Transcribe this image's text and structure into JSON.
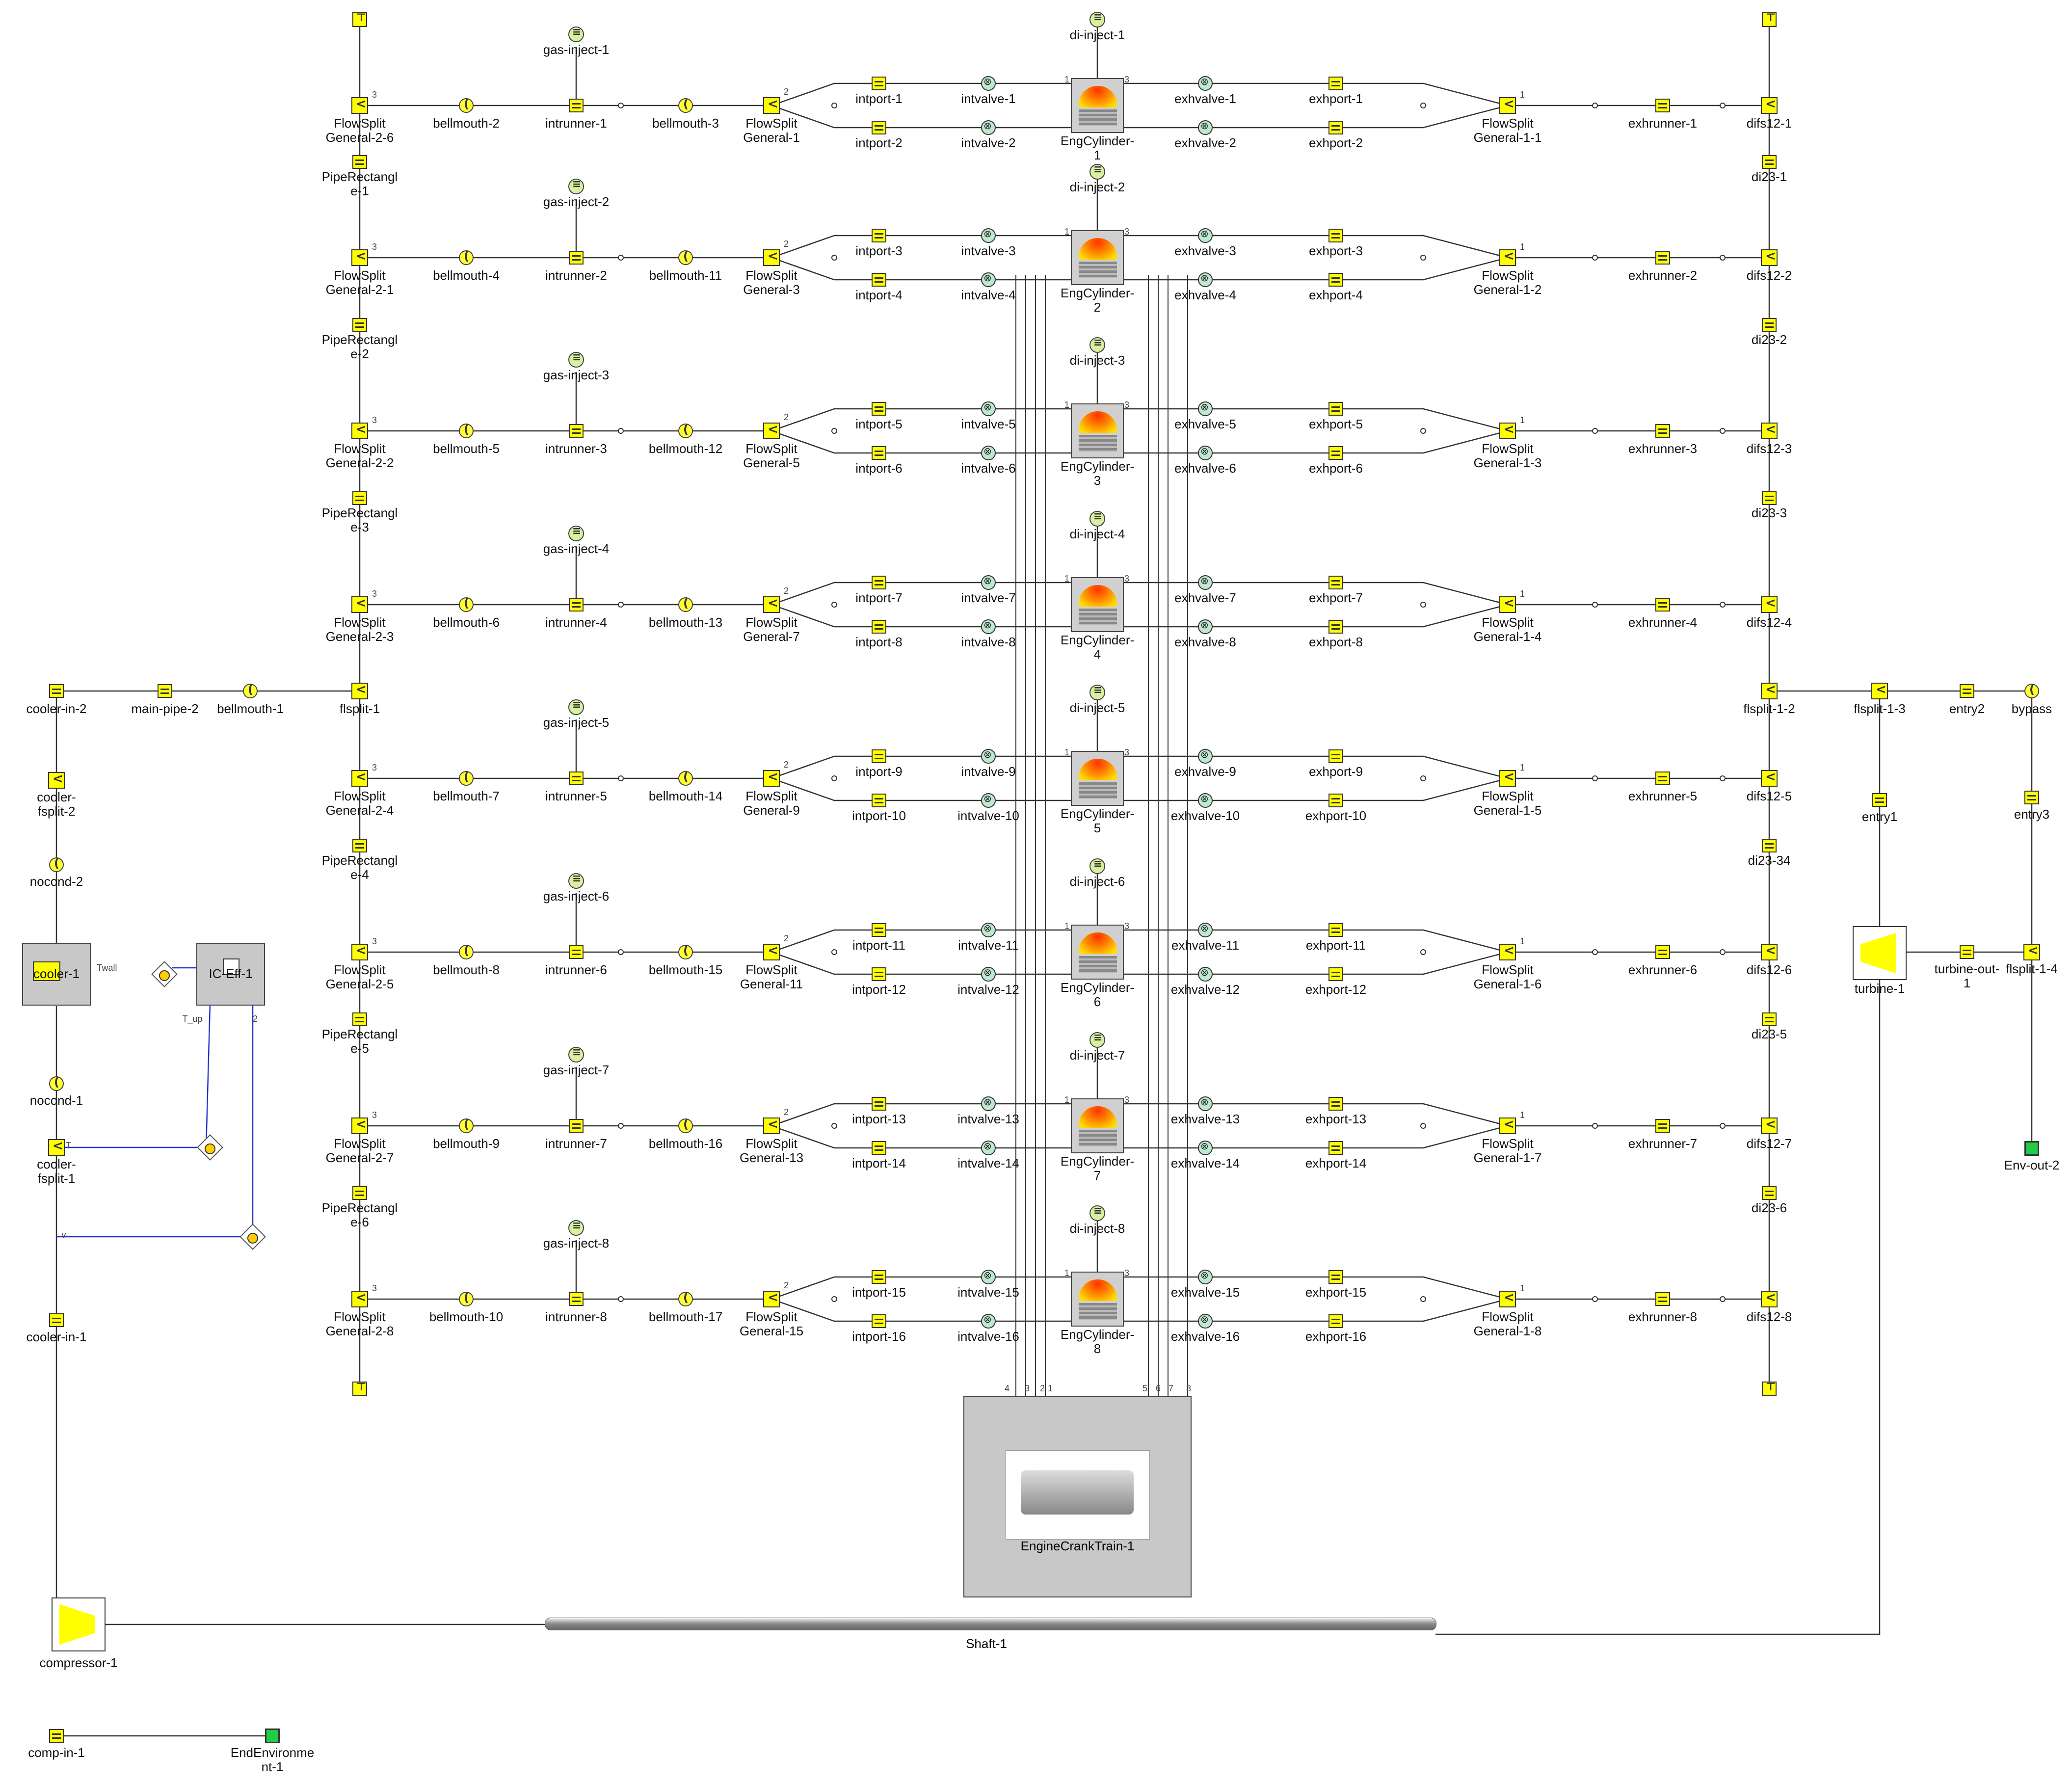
{
  "row_pairs": [
    [
      "1",
      "2"
    ],
    [
      "3",
      "4"
    ],
    [
      "5",
      "6"
    ],
    [
      "7",
      "8"
    ],
    [
      "9",
      "10"
    ],
    [
      "11",
      "12"
    ],
    [
      "13",
      "14"
    ],
    [
      "15",
      "16"
    ]
  ],
  "rows": [
    {
      "flowsplit_left": "FlowSplit\nGeneral-2-6",
      "bellmouth_a": "bellmouth-2",
      "intrunner": "intrunner-1",
      "gas_inject": "gas-inject-1",
      "bellmouth_b": "bellmouth-3",
      "flowsplit_int": "FlowSplit\nGeneral-1",
      "intport_a": "intport-1",
      "intport_b": "intport-2",
      "intvalve_a": "intvalve-1",
      "intvalve_b": "intvalve-2",
      "di_inject": "di-inject-1",
      "cylinder": "EngCylinder-\n1",
      "exhvalve_a": "exhvalve-1",
      "exhvalve_b": "exhvalve-2",
      "exhport_a": "exhport-1",
      "exhport_b": "exhport-2",
      "flowsplit_exh": "FlowSplit\nGeneral-1-1",
      "exhrunner": "exhrunner-1",
      "difs": "difs12-1",
      "di23": "di23-1",
      "pipe_rect": "PipeRectangl\ne-1"
    },
    {
      "flowsplit_left": "FlowSplit\nGeneral-2-1",
      "bellmouth_a": "bellmouth-4",
      "intrunner": "intrunner-2",
      "gas_inject": "gas-inject-2",
      "bellmouth_b": "bellmouth-11",
      "flowsplit_int": "FlowSplit\nGeneral-3",
      "intport_a": "intport-3",
      "intport_b": "intport-4",
      "intvalve_a": "intvalve-3",
      "intvalve_b": "intvalve-4",
      "di_inject": "di-inject-2",
      "cylinder": "EngCylinder-\n2",
      "exhvalve_a": "exhvalve-3",
      "exhvalve_b": "exhvalve-4",
      "exhport_a": "exhport-3",
      "exhport_b": "exhport-4",
      "flowsplit_exh": "FlowSplit\nGeneral-1-2",
      "exhrunner": "exhrunner-2",
      "difs": "difs12-2",
      "di23": "di23-2",
      "pipe_rect": "PipeRectangl\ne-2"
    },
    {
      "flowsplit_left": "FlowSplit\nGeneral-2-2",
      "bellmouth_a": "bellmouth-5",
      "intrunner": "intrunner-3",
      "gas_inject": "gas-inject-3",
      "bellmouth_b": "bellmouth-12",
      "flowsplit_int": "FlowSplit\nGeneral-5",
      "intport_a": "intport-5",
      "intport_b": "intport-6",
      "intvalve_a": "intvalve-5",
      "intvalve_b": "intvalve-6",
      "di_inject": "di-inject-3",
      "cylinder": "EngCylinder-\n3",
      "exhvalve_a": "exhvalve-5",
      "exhvalve_b": "exhvalve-6",
      "exhport_a": "exhport-5",
      "exhport_b": "exhport-6",
      "flowsplit_exh": "FlowSplit\nGeneral-1-3",
      "exhrunner": "exhrunner-3",
      "difs": "difs12-3",
      "di23": "di23-3",
      "pipe_rect": "PipeRectangl\ne-3"
    },
    {
      "flowsplit_left": "FlowSplit\nGeneral-2-3",
      "bellmouth_a": "bellmouth-6",
      "intrunner": "intrunner-4",
      "gas_inject": "gas-inject-4",
      "bellmouth_b": "bellmouth-13",
      "flowsplit_int": "FlowSplit\nGeneral-7",
      "intport_a": "intport-7",
      "intport_b": "intport-8",
      "intvalve_a": "intvalve-7",
      "intvalve_b": "intvalve-8",
      "di_inject": "di-inject-4",
      "cylinder": "EngCylinder-\n4",
      "exhvalve_a": "exhvalve-7",
      "exhvalve_b": "exhvalve-8",
      "exhport_a": "exhport-7",
      "exhport_b": "exhport-8",
      "flowsplit_exh": "FlowSplit\nGeneral-1-4",
      "exhrunner": "exhrunner-4",
      "difs": "difs12-4",
      "di23": "",
      "pipe_rect": ""
    },
    {
      "flowsplit_left": "FlowSplit\nGeneral-2-4",
      "bellmouth_a": "bellmouth-7",
      "intrunner": "intrunner-5",
      "gas_inject": "gas-inject-5",
      "bellmouth_b": "bellmouth-14",
      "flowsplit_int": "FlowSplit\nGeneral-9",
      "intport_a": "intport-9",
      "intport_b": "intport-10",
      "intvalve_a": "intvalve-9",
      "intvalve_b": "intvalve-10",
      "di_inject": "di-inject-5",
      "cylinder": "EngCylinder-\n5",
      "exhvalve_a": "exhvalve-9",
      "exhvalve_b": "exhvalve-10",
      "exhport_a": "exhport-9",
      "exhport_b": "exhport-10",
      "flowsplit_exh": "FlowSplit\nGeneral-1-5",
      "exhrunner": "exhrunner-5",
      "difs": "difs12-5",
      "di23": "di23-34",
      "pipe_rect": "PipeRectangl\ne-4"
    },
    {
      "flowsplit_left": "FlowSplit\nGeneral-2-5",
      "bellmouth_a": "bellmouth-8",
      "intrunner": "intrunner-6",
      "gas_inject": "gas-inject-6",
      "bellmouth_b": "bellmouth-15",
      "flowsplit_int": "FlowSplit\nGeneral-11",
      "intport_a": "intport-11",
      "intport_b": "intport-12",
      "intvalve_a": "intvalve-11",
      "intvalve_b": "intvalve-12",
      "di_inject": "di-inject-6",
      "cylinder": "EngCylinder-\n6",
      "exhvalve_a": "exhvalve-11",
      "exhvalve_b": "exhvalve-12",
      "exhport_a": "exhport-11",
      "exhport_b": "exhport-12",
      "flowsplit_exh": "FlowSplit\nGeneral-1-6",
      "exhrunner": "exhrunner-6",
      "difs": "difs12-6",
      "di23": "di23-5",
      "pipe_rect": "PipeRectangl\ne-5"
    },
    {
      "flowsplit_left": "FlowSplit\nGeneral-2-7",
      "bellmouth_a": "bellmouth-9",
      "intrunner": "intrunner-7",
      "gas_inject": "gas-inject-7",
      "bellmouth_b": "bellmouth-16",
      "flowsplit_int": "FlowSplit\nGeneral-13",
      "intport_a": "intport-13",
      "intport_b": "intport-14",
      "intvalve_a": "intvalve-13",
      "intvalve_b": "intvalve-14",
      "di_inject": "di-inject-7",
      "cylinder": "EngCylinder-\n7",
      "exhvalve_a": "exhvalve-13",
      "exhvalve_b": "exhvalve-14",
      "exhport_a": "exhport-13",
      "exhport_b": "exhport-14",
      "flowsplit_exh": "FlowSplit\nGeneral-1-7",
      "exhrunner": "exhrunner-7",
      "difs": "difs12-7",
      "di23": "di23-6",
      "pipe_rect": "PipeRectangl\ne-6"
    },
    {
      "flowsplit_left": "FlowSplit\nGeneral-2-8",
      "bellmouth_a": "bellmouth-10",
      "intrunner": "intrunner-8",
      "gas_inject": "gas-inject-8",
      "bellmouth_b": "bellmouth-17",
      "flowsplit_int": "FlowSplit\nGeneral-15",
      "intport_a": "intport-15",
      "intport_b": "intport-16",
      "intvalve_a": "intvalve-15",
      "intvalve_b": "intvalve-16",
      "di_inject": "di-inject-8",
      "cylinder": "EngCylinder-\n8",
      "exhvalve_a": "exhvalve-15",
      "exhvalve_b": "exhvalve-16",
      "exhport_a": "exhport-15",
      "exhport_b": "exhport-16",
      "flowsplit_exh": "FlowSplit\nGeneral-1-8",
      "exhrunner": "exhrunner-8",
      "difs": "difs12-8",
      "di23": "",
      "pipe_rect": ""
    }
  ],
  "left": {
    "cooler_in_2": "cooler-in-2",
    "main_pipe_2": "main-pipe-2",
    "bellmouth_1": "bellmouth-1",
    "flsplit_1": "flsplit-1",
    "cooler_fsplit_2": "cooler-\nfsplit-2",
    "nocond_2": "nocond-2",
    "cooler_1": "cooler-1",
    "ic_eff_1": "IC-Eff-1",
    "nocond_1": "nocond-1",
    "cooler_fsplit_1": "cooler-\nfsplit-1",
    "cooler_in_1": "cooler-in-1",
    "compressor_1": "compressor-1",
    "comp_in_1": "comp-in-1",
    "end_env": "EndEnvironme\nnt-1",
    "twall": "Twall",
    "t_up": "T_up",
    "port_2": "2",
    "port_t": "T",
    "port_v": "v"
  },
  "right": {
    "flsplit_1_2": "flsplit-1-2",
    "flsplit_1_3": "flsplit-1-3",
    "entry2": "entry2",
    "bypass": "bypass",
    "entry1": "entry1",
    "entry3": "entry3",
    "turbine_1": "turbine-1",
    "turbine_out": "turbine-out-\n1",
    "flsplit_1_4": "flsplit-1-4",
    "env_out_2": "Env-out-2"
  },
  "crank": {
    "label": "EngineCrankTrain-1",
    "ports": [
      "4",
      "3",
      "2",
      "1",
      "5",
      "6",
      "7",
      "8"
    ]
  },
  "shaft": {
    "label": "Shaft-1"
  },
  "port_nums": {
    "p1": "1",
    "p2": "2",
    "p3": "3",
    "p4": "4"
  }
}
